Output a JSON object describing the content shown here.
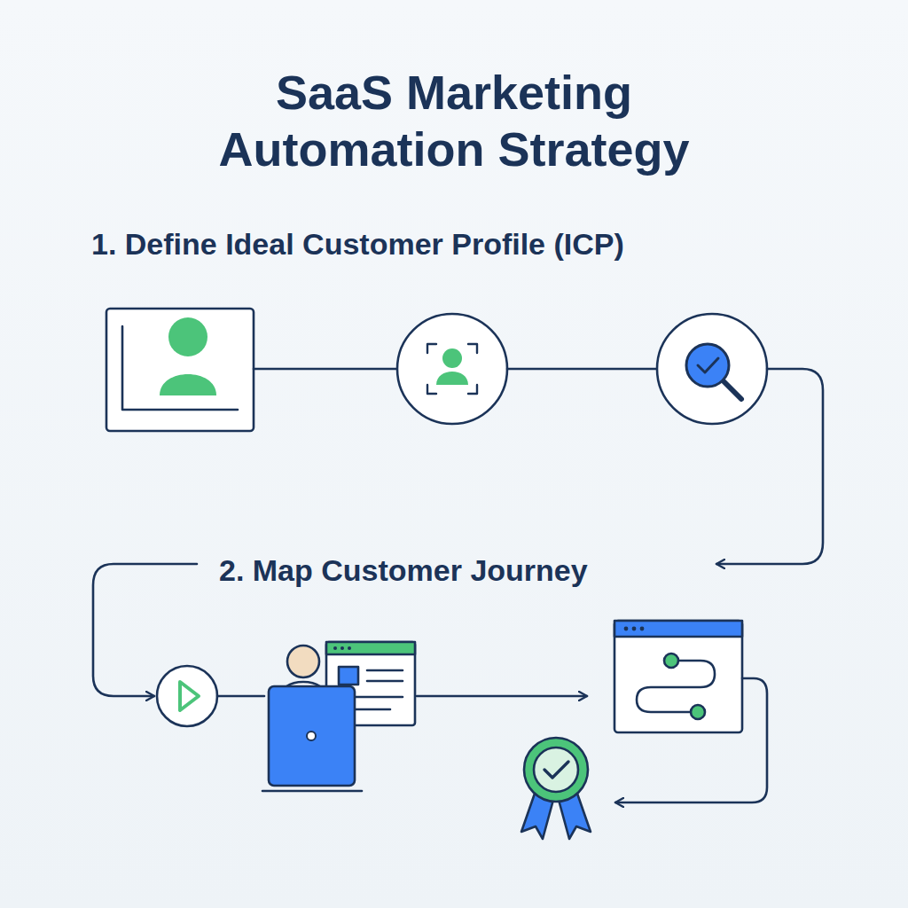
{
  "diagram": {
    "title": "SaaS Marketing Automation Strategy",
    "labels": [
      "1. Define Ideal Customer Profile (ICP)",
      "2. Map Customer Journey"
    ]
  }
}
